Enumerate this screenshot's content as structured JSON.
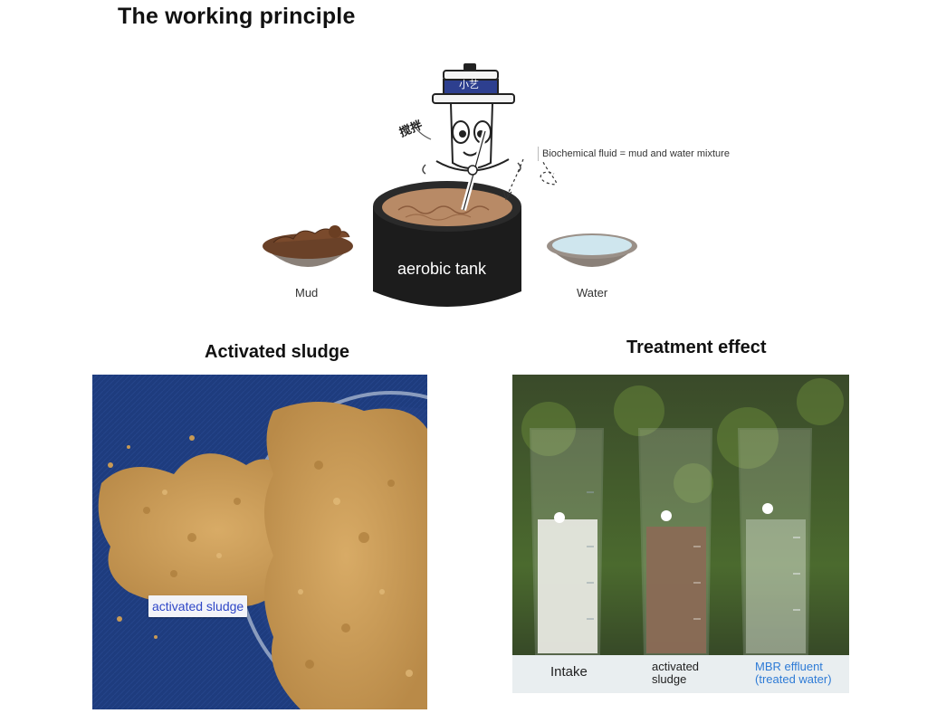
{
  "page": {
    "title": "The working principle"
  },
  "diagram": {
    "mascot_badge": "小艺",
    "stir_label": "搅拌",
    "callout": "Biochemical fluid = mud and water mixture",
    "tank_label": "aerobic tank",
    "mud_label": "Mud",
    "water_label": "Water",
    "colors": {
      "tank": "#1c1c1c",
      "mud": "#7a4a2c",
      "fluid": "#b88a66",
      "water": "#cfe6ee",
      "badge": "#2d3f8f"
    }
  },
  "activated_sludge": {
    "heading": "Activated sludge",
    "tag": "activated sludge",
    "colors": {
      "cloth": "#1e3c7e",
      "sludge": "#c89a55"
    }
  },
  "treatment_effect": {
    "heading": "Treatment effect",
    "beakers": [
      {
        "caption_line1": "Intake",
        "caption_line2": ""
      },
      {
        "caption_line1": "activated",
        "caption_line2": "sludge"
      },
      {
        "caption_line1": "MBR effluent",
        "caption_line2": "(treated water)"
      }
    ],
    "colors": {
      "intake": "#e6e7df",
      "sludge_liquid": "#8a6a55",
      "effluent": "#eef3ea",
      "mbr_caption": "#2e7bd6"
    }
  }
}
